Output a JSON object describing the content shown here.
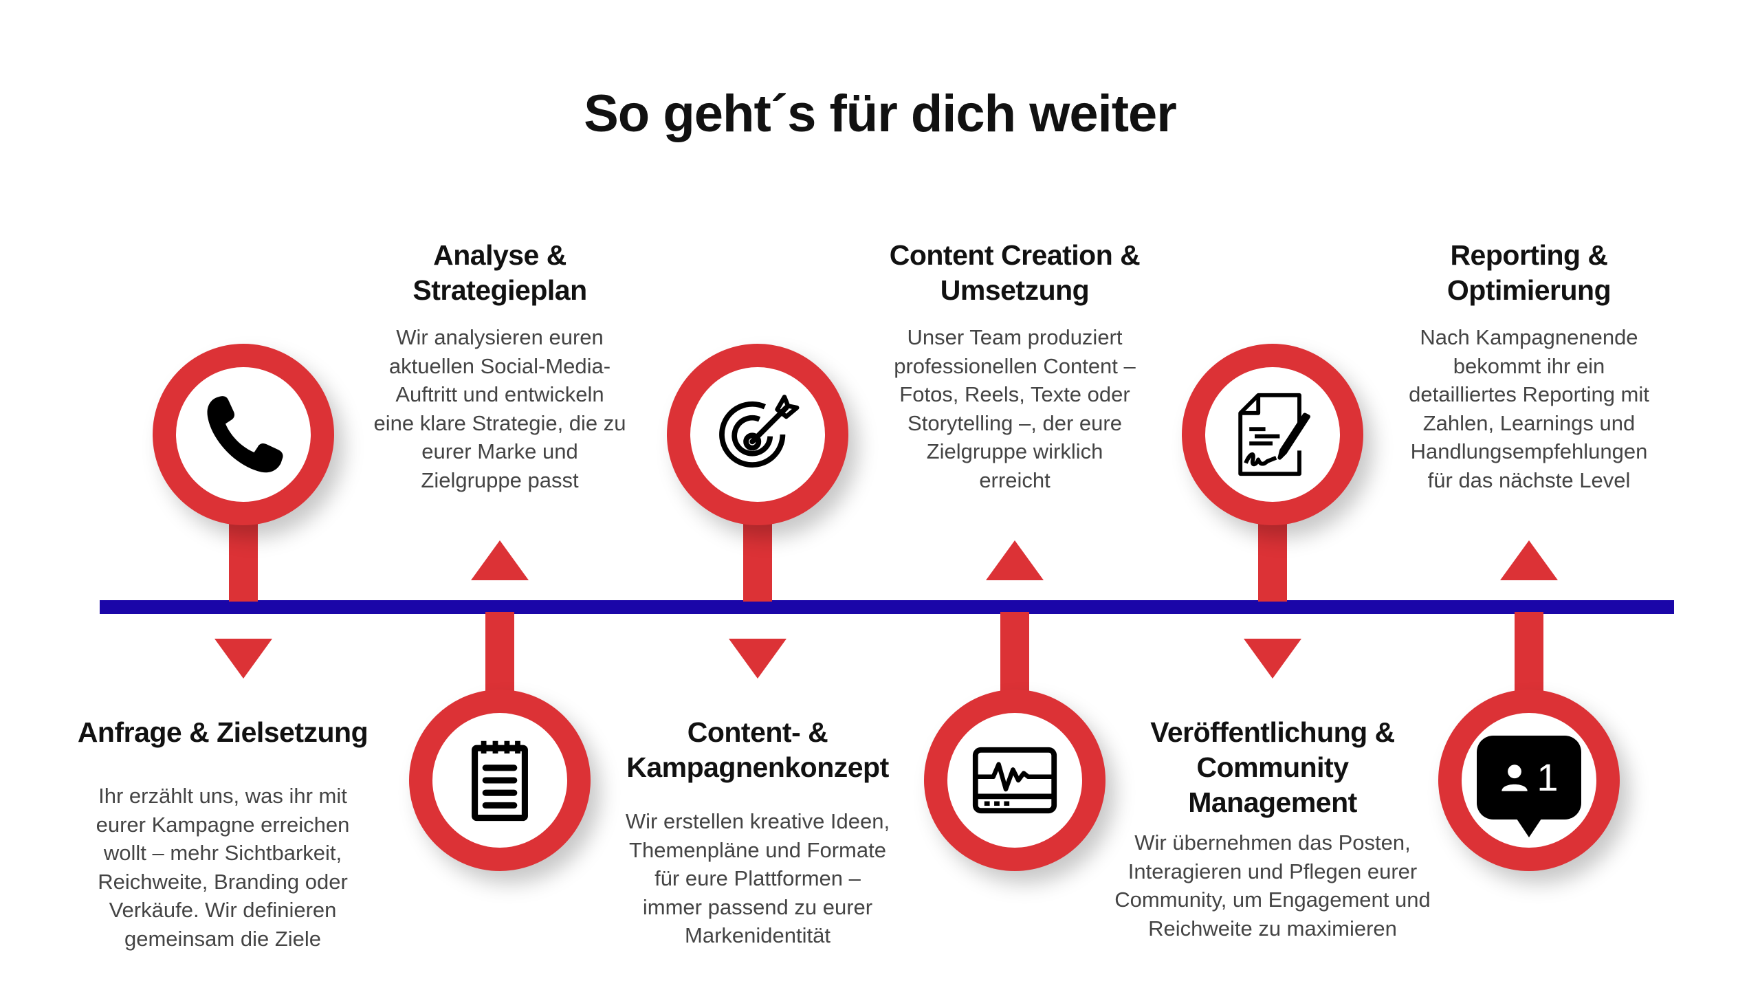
{
  "title": "So geht´s für dich weiter",
  "colors": {
    "accent": "#dc3236",
    "timeline": "#1a06a8"
  },
  "steps": [
    {
      "icon": "phone-icon",
      "heading": "Anfrage & Zielsetzung",
      "body": "Ihr erzählt uns, was ihr mit\neurer Kampagne erreichen\nwollt – mehr Sichtbarkeit,\nReichweite, Branding oder\nVerkäufe. Wir definieren\ngemeinsam die Ziele"
    },
    {
      "icon": "notepad-icon",
      "heading": "Analyse &\nStrategieplan",
      "body": "Wir analysieren euren\naktuellen Social-Media-\nAuftritt und entwickeln\neine klare Strategie, die zu\neurer Marke und\nZielgruppe passt"
    },
    {
      "icon": "target-icon",
      "heading": "Content- &\nKampagnenkonzept",
      "body": "Wir erstellen kreative Ideen,\nThemenpläne und Formate\nfür eure Plattformen –\nimmer passend zu eurer\nMarkenidentität"
    },
    {
      "icon": "monitor-pulse-icon",
      "heading": "Content Creation &\nUmsetzung",
      "body": "Unser Team produziert\nprofessionellen Content –\nFotos, Reels, Texte oder\nStorytelling –, der eure\nZielgruppe wirklich\nerreicht"
    },
    {
      "icon": "signed-document-icon",
      "heading": "Veröffentlichung &\nCommunity\nManagement",
      "body": "Wir übernehmen das Posten,\nInteragieren und Pflegen eurer\nCommunity, um Engagement und\nReichweite zu maximieren"
    },
    {
      "icon": "follower-notification-icon",
      "heading": "Reporting &\nOptimierung",
      "body": "Nach Kampagnenende\nbekommt ihr ein\ndetailliertes Reporting mit\nZahlen, Learnings und\nHandlungsempfehlungen\nfür das nächste Level"
    }
  ],
  "notification_count": "1"
}
